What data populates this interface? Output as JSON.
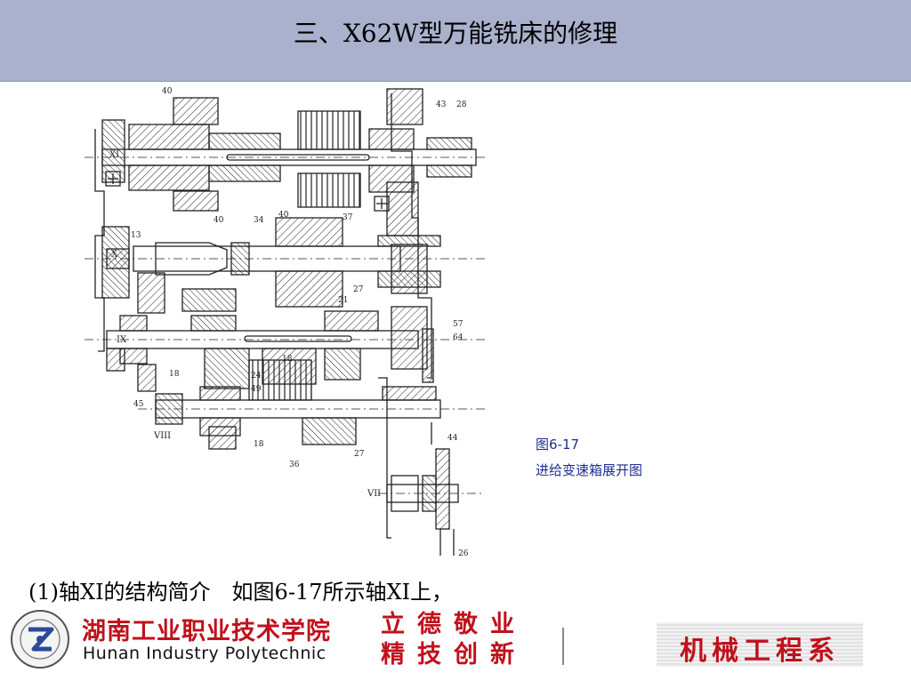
{
  "header": {
    "title": "三、X62W型万能铣床的修理"
  },
  "figure": {
    "caption_number": "图6-17",
    "caption_title": "进给变速箱展开图",
    "labels": {
      "l40a": "40",
      "l43": "43",
      "l28": "28",
      "lXI": "XI",
      "l40b": "40",
      "l34": "34",
      "l40c": "40",
      "l37": "37",
      "l13": "13",
      "lX": "X",
      "l27a": "27",
      "l21": "21",
      "l57": "57",
      "lIX": "IX",
      "l64": "64",
      "l18a": "18",
      "l18b": "18",
      "l24": "24",
      "l49": "49",
      "l45": "45",
      "lVIII": "VIII",
      "l18c": "18",
      "l36": "36",
      "l27b": "27",
      "l44": "44",
      "lVII": "VII",
      "l26": "26"
    }
  },
  "content": {
    "paragraph": "(1)轴XI的结构简介　如图6-17所示轴XI上，"
  },
  "footer": {
    "school_name_cn": "湖南工业职业技术学院",
    "school_name_en": "Hunan Industry Polytechnic",
    "motto_line1": "立德敬业",
    "motto_line2": "精技创新",
    "department": "机械工程系"
  },
  "colors": {
    "title_bar": "#a9b1cc",
    "caption": "#1f2f8f",
    "brand_red": "#c0111c"
  }
}
